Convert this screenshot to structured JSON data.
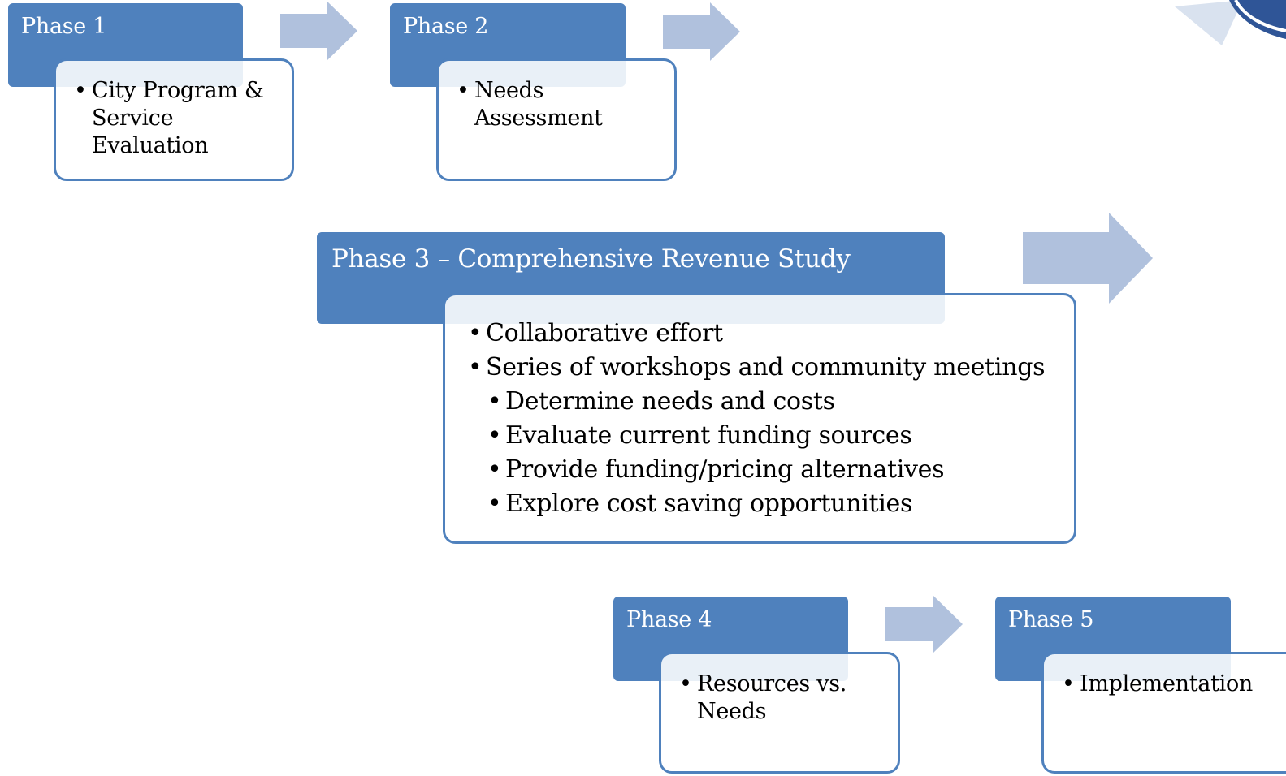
{
  "phases": [
    {
      "header": "Phase 1",
      "bullets": [
        "City Program & Service Evaluation"
      ]
    },
    {
      "header": "Phase 2",
      "bullets": [
        "Needs Assessment"
      ]
    },
    {
      "header": "Phase 3 – Comprehensive Revenue Study",
      "bullets": [
        "Collaborative effort",
        "Series of workshops and community meetings"
      ],
      "sub_bullets": [
        "Determine needs and costs",
        "Evaluate current funding sources",
        "Provide funding/pricing alternatives",
        "Explore cost saving opportunities"
      ]
    },
    {
      "header": "Phase 4",
      "bullets": [
        "Resources vs. Needs"
      ]
    },
    {
      "header": "Phase 5",
      "bullets": [
        "Implementation"
      ]
    }
  ],
  "colors": {
    "header_fill": "#4f81bd",
    "card_border": "#4f81bd",
    "arrow_fill": "#b0c1dd",
    "header_text": "#ffffff",
    "body_text": "#000000"
  }
}
